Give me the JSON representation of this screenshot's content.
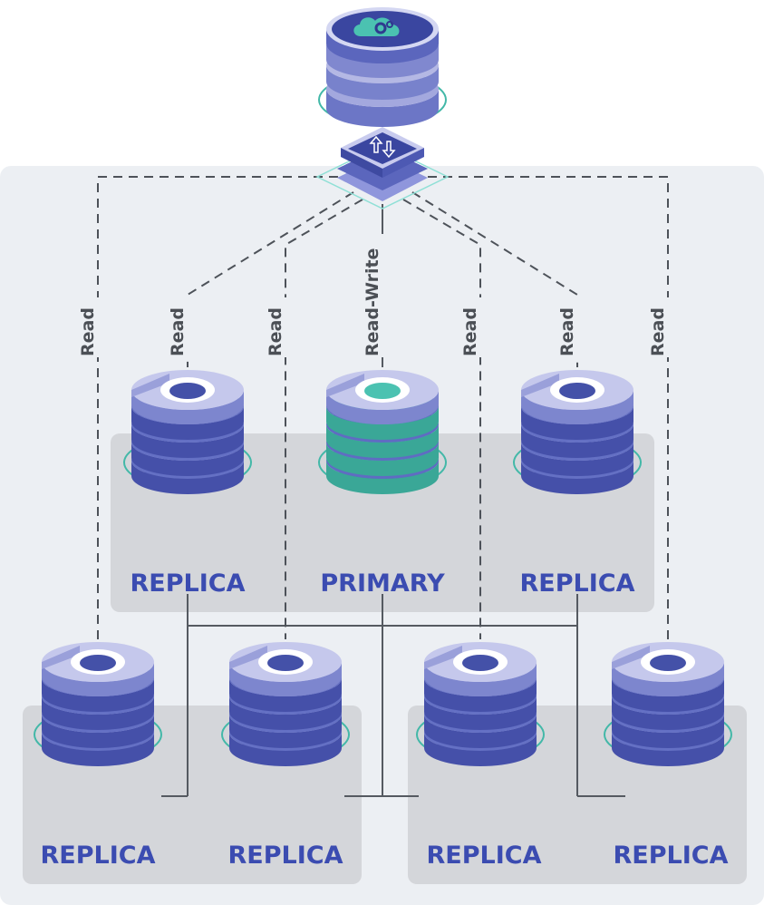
{
  "labels": {
    "read_write": "Read-Write",
    "read": "Read",
    "primary": "PRIMARY",
    "replica": "REPLICA"
  },
  "colors": {
    "panel": "#eceff3",
    "group": "#d4d6da",
    "disk_top": "#b3b6e0",
    "disk_side": "#5863b8",
    "disk_dark": "#3e4aa1",
    "primary_accent": "#43b8a8",
    "label_blue": "#3b4cb1",
    "line": "#555a61"
  },
  "icons": {
    "cluster": "gears-cloud-icon",
    "router": "sync-arrows-icon"
  }
}
